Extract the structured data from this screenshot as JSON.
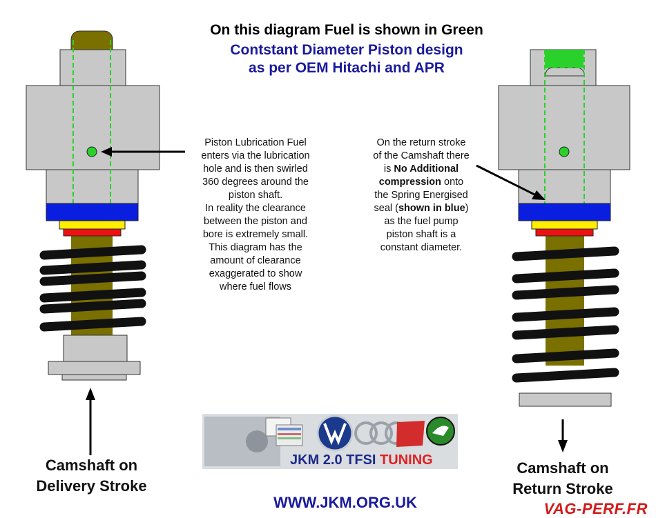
{
  "header": {
    "title": "On this diagram Fuel is shown in Green",
    "subtitle_line1": "Contstant Diameter Piston design",
    "subtitle_line2": "as per OEM Hitachi and APR"
  },
  "left_note": {
    "lines": [
      "Piston Lubrication Fuel",
      "enters via the lubrication",
      "hole and is then swirled",
      "360 degrees around the",
      "piston shaft.",
      "In reality the clearance",
      "between the piston and",
      "bore is extremely small.",
      "This diagram has the",
      "amount of clearance",
      "exaggerated to show",
      "where fuel flows"
    ]
  },
  "right_note": {
    "line1": "On the return stroke",
    "line2": "of the Camshaft there",
    "line3_pre": "is ",
    "line3_bold": "No Additional",
    "line4_bold": "compression",
    "line4_post": " onto",
    "line5": "the Spring Energised",
    "line6_pre": "seal (",
    "line6_bold": "shown in blue",
    "line6_post": ")",
    "line7": "as the fuel pump",
    "line8": "piston shaft is a",
    "line9": "constant diameter."
  },
  "left_caption": {
    "line1": "Camshaft on",
    "line2": "Delivery Stroke"
  },
  "right_caption": {
    "line1": "Camshaft on",
    "line2": "Return Stroke"
  },
  "logo": {
    "text_main": "JKM 2.0 TFSI ",
    "text_accent": "TUNING"
  },
  "footer": {
    "url": "WWW.JKM.ORG.UK",
    "brand_main": "VAG-",
    "brand_tail": "PERF.FR"
  },
  "colors": {
    "fuel": "#2bd12b",
    "piston": "#7a7000",
    "housing": "#c8c8c8",
    "seal": "#0a1ee0",
    "washer_yellow": "#ffee00",
    "washer_red": "#ee1111",
    "spring": "#111111",
    "title_blue": "#1a1a9c"
  }
}
